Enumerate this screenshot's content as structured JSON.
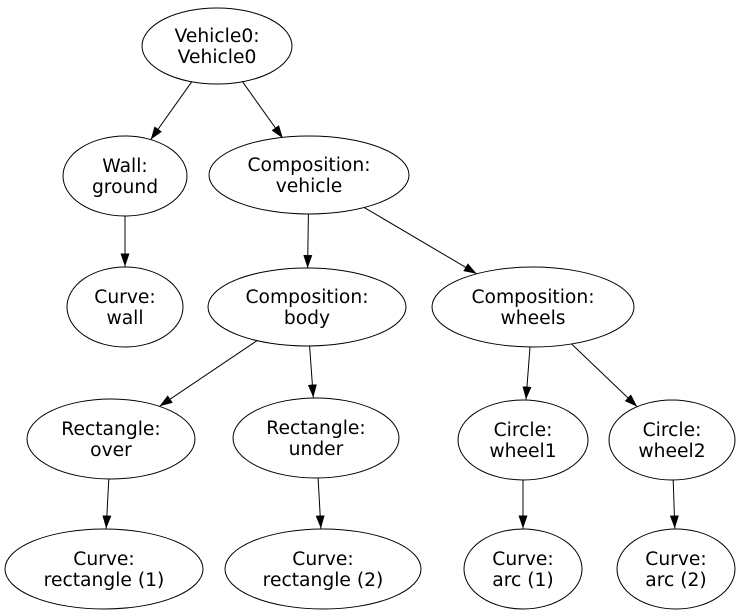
{
  "diagram": {
    "kind": "directed-tree-graph",
    "colors": {
      "background": "#ffffff",
      "node_fill": "#ffffff",
      "node_stroke": "#000000",
      "text": "#000000",
      "edge": "#000000"
    },
    "nodes": {
      "vehicle0": {
        "line1": "Vehicle0:",
        "line2": "Vehicle0"
      },
      "wall_ground": {
        "line1": "Wall:",
        "line2": "ground"
      },
      "composition_vehicle": {
        "line1": "Composition:",
        "line2": "vehicle"
      },
      "curve_wall": {
        "line1": "Curve:",
        "line2": "wall"
      },
      "composition_body": {
        "line1": "Composition:",
        "line2": "body"
      },
      "composition_wheels": {
        "line1": "Composition:",
        "line2": "wheels"
      },
      "rectangle_over": {
        "line1": "Rectangle:",
        "line2": "over"
      },
      "rectangle_under": {
        "line1": "Rectangle:",
        "line2": "under"
      },
      "circle_wheel1": {
        "line1": "Circle:",
        "line2": "wheel1"
      },
      "circle_wheel2": {
        "line1": "Circle:",
        "line2": "wheel2"
      },
      "curve_rectangle_1": {
        "line1": "Curve:",
        "line2": "rectangle (1)"
      },
      "curve_rectangle_2": {
        "line1": "Curve:",
        "line2": "rectangle (2)"
      },
      "curve_arc_1": {
        "line1": "Curve:",
        "line2": "arc (1)"
      },
      "curve_arc_2": {
        "line1": "Curve:",
        "line2": "arc (2)"
      }
    },
    "edges": [
      {
        "from": "vehicle0",
        "to": "wall_ground"
      },
      {
        "from": "vehicle0",
        "to": "composition_vehicle"
      },
      {
        "from": "wall_ground",
        "to": "curve_wall"
      },
      {
        "from": "composition_vehicle",
        "to": "composition_body"
      },
      {
        "from": "composition_vehicle",
        "to": "composition_wheels"
      },
      {
        "from": "composition_body",
        "to": "rectangle_over"
      },
      {
        "from": "composition_body",
        "to": "rectangle_under"
      },
      {
        "from": "composition_wheels",
        "to": "circle_wheel1"
      },
      {
        "from": "composition_wheels",
        "to": "circle_wheel2"
      },
      {
        "from": "rectangle_over",
        "to": "curve_rectangle_1"
      },
      {
        "from": "rectangle_under",
        "to": "curve_rectangle_2"
      },
      {
        "from": "circle_wheel1",
        "to": "curve_arc_1"
      },
      {
        "from": "circle_wheel2",
        "to": "curve_arc_2"
      }
    ]
  }
}
